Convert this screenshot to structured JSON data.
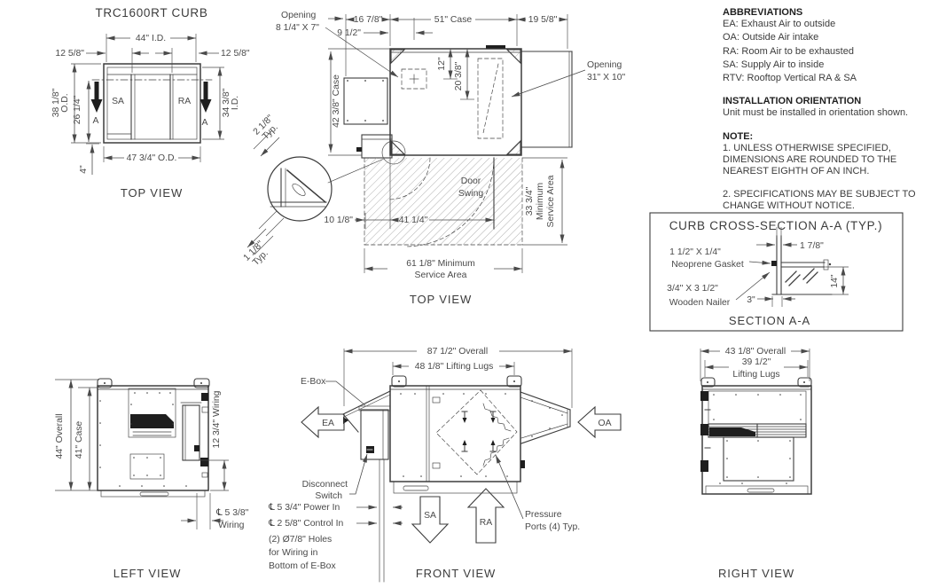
{
  "drawing": {
    "curb": {
      "title": "TRC1600RT CURB",
      "caption": "TOP VIEW",
      "dims": {
        "id_w": "44\" I.D.",
        "off_l": "12 5/8\"",
        "off_r": "12 5/8\"",
        "od_h": "38 1/8\"",
        "od_h2": "O.D.",
        "sa_h": "26 1/4\"",
        "id_h": "34 3/8\"",
        "id_h2": "I.D.",
        "od_w": "47 3/4\" O.D.",
        "rail": "4\""
      },
      "labels": {
        "sa": "SA",
        "ra": "RA",
        "sec_l": "A",
        "sec_r": "A"
      }
    },
    "top": {
      "caption": "TOP VIEW",
      "opening1_l1": "Opening",
      "opening1_l2": "8 1/4\" X 7\"",
      "opening2_l1": "Opening",
      "opening2_l2": "31\" X 10\"",
      "door_l1": "Door",
      "door_l2": "Swing",
      "dims": {
        "w1": "16 7/8\"",
        "w2": "51\" Case",
        "w3": "19 5/8\"",
        "w4": "9 1/2\"",
        "h1": "42 3/8\" Case",
        "v1": "12\"",
        "v2": "20 3/8\"",
        "typ1a": "2 1/8\"",
        "typ1b": "Typ.",
        "typ2a": "1 1/8\"",
        "typ2b": "Typ.",
        "d1": "10 1/8\"",
        "d2": "41 1/4\"",
        "svc_r1": "33 3/4\"",
        "svc_r2": "Minimum",
        "svc_r3": "Service Area",
        "svc_b1": "61 1/8\" Minimum",
        "svc_b2": "Service Area"
      }
    },
    "section": {
      "title": "CURB CROSS-SECTION A-A (TYP.)",
      "caption": "SECTION A-A",
      "gasket_l1": "1 1/2\" X 1/4\"",
      "gasket_l2": "Neoprene Gasket",
      "nailer_l1": "3/4\" X 3 1/2\"",
      "nailer_l2": "Wooden Nailer",
      "dims": {
        "a": "1 7/8\"",
        "b": "3\"",
        "c": "14\""
      }
    },
    "left": {
      "caption": "LEFT VIEW",
      "dims": {
        "overall": "44\" Overall",
        "case": "41\" Case",
        "wiring": "12 3/4\" Wiring",
        "cl1": "℄ 5 3/8\"",
        "cl2": "Wiring"
      }
    },
    "front": {
      "caption": "FRONT VIEW",
      "dims": {
        "overall": "87 1/2\" Overall",
        "lugs": "48 1/8\" Lifting Lugs"
      },
      "ebox": "E-Box",
      "arrows": {
        "ea": "EA",
        "oa": "OA",
        "sa": "SA",
        "ra": "RA"
      },
      "disconnect_l1": "Disconnect",
      "disconnect_l2": "Switch",
      "power_in": "℄ 5 3/4\" Power In",
      "control_in": "℄ 2 5/8\" Control In",
      "holes_l1": "(2)  Ø7/8\" Holes",
      "holes_l2": "for Wiring in",
      "holes_l3": "Bottom of E-Box",
      "pressure_l1": "Pressure",
      "pressure_l2": "Ports (4) Typ."
    },
    "right": {
      "caption": "RIGHT VIEW",
      "dims": {
        "overall": "43 1/8\" Overall",
        "lugs1": "39 1/2\"",
        "lugs2": "Lifting Lugs"
      }
    }
  },
  "notes": {
    "abbr_title": "ABBREVIATIONS",
    "abbr": [
      "EA: Exhaust Air to outside",
      "OA: Outside Air intake",
      "RA: Room Air to be exhausted",
      "SA: Supply Air to inside",
      "RTV: Rooftop Vertical RA & SA"
    ],
    "install_title": "INSTALLATION ORIENTATION",
    "install_body": "Unit must be installed in orientation shown.",
    "note_title": "NOTE:",
    "note_1": "1. UNLESS OTHERWISE SPECIFIED, DIMENSIONS ARE ROUNDED TO THE NEAREST EIGHTH OF AN INCH.",
    "note_2": "2. SPECIFICATIONS MAY BE SUBJECT TO CHANGE WITHOUT NOTICE."
  },
  "colors": {
    "line": "#3d3d3d",
    "text": "#4a4a4a",
    "black_fill": "#1e1e1e",
    "background": "#ffffff"
  }
}
